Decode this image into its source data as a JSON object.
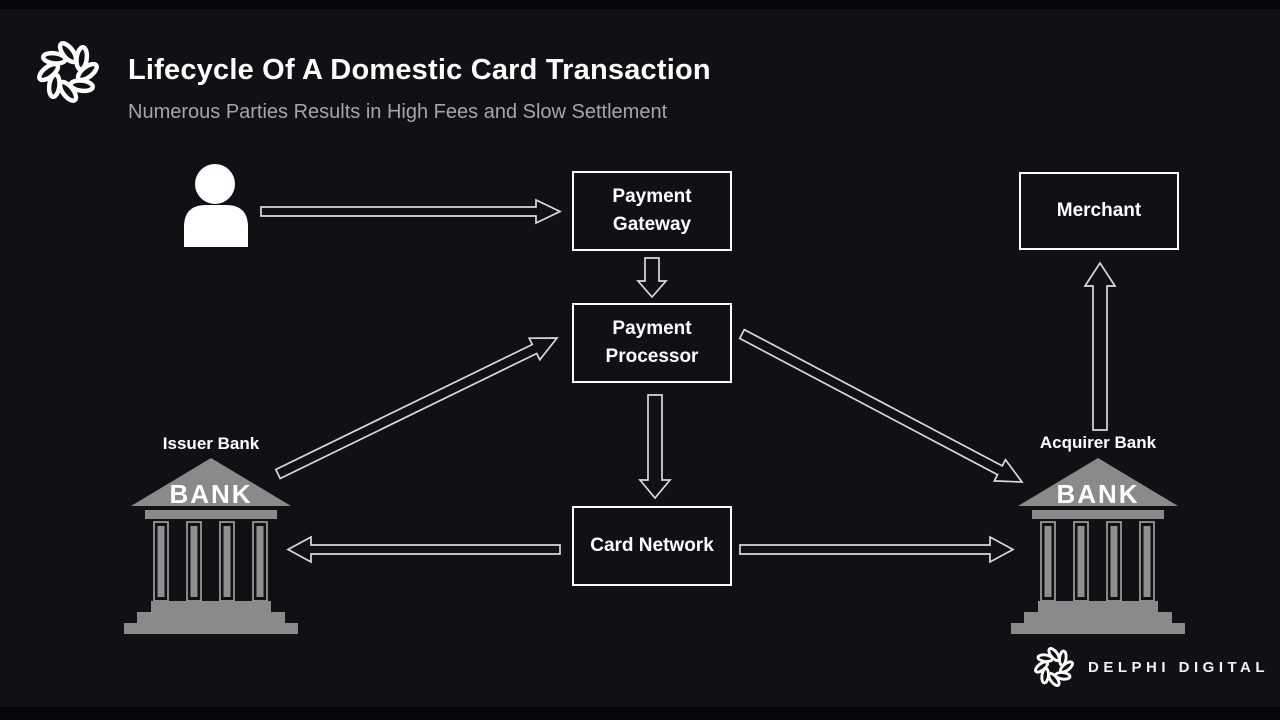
{
  "slide": {
    "title": "Lifecycle Of A Domestic Card Transaction",
    "subtitle": "Numerous Parties Results in High Fees and Slow Settlement"
  },
  "brand": {
    "name": "DELPHI DIGITAL",
    "logo_icon": "delphi-knot-icon"
  },
  "diagram": {
    "nodes": {
      "customer": {
        "icon": "person-icon"
      },
      "payment_gateway": {
        "label": "Payment Gateway"
      },
      "payment_processor": {
        "label": "Payment Processor"
      },
      "card_network": {
        "label": "Card Network"
      },
      "merchant": {
        "label": "Merchant"
      },
      "issuer_bank": {
        "label": "Issuer Bank",
        "building_text": "BANK",
        "icon": "bank-icon"
      },
      "acquirer_bank": {
        "label": "Acquirer Bank",
        "building_text": "BANK",
        "icon": "bank-icon"
      }
    },
    "edges": [
      {
        "from": "customer",
        "to": "payment_gateway",
        "direction": "right"
      },
      {
        "from": "payment_gateway",
        "to": "payment_processor",
        "direction": "down"
      },
      {
        "from": "issuer_bank",
        "to": "payment_processor",
        "direction": "up-right"
      },
      {
        "from": "payment_processor",
        "to": "acquirer_bank",
        "direction": "down-right"
      },
      {
        "from": "payment_processor",
        "to": "card_network",
        "direction": "down"
      },
      {
        "from": "card_network",
        "to": "issuer_bank",
        "direction": "left"
      },
      {
        "from": "card_network",
        "to": "acquirer_bank",
        "direction": "right"
      },
      {
        "from": "acquirer_bank",
        "to": "merchant",
        "direction": "up"
      }
    ]
  },
  "colors": {
    "background": "#0f1114",
    "edge_bar": "#060708",
    "text_primary": "#ffffff",
    "text_secondary": "#a6a6a6",
    "arrow_stroke": "#d9d9d9",
    "box_border": "#fdfdfd",
    "bank_gray": "#8a8a8a"
  }
}
